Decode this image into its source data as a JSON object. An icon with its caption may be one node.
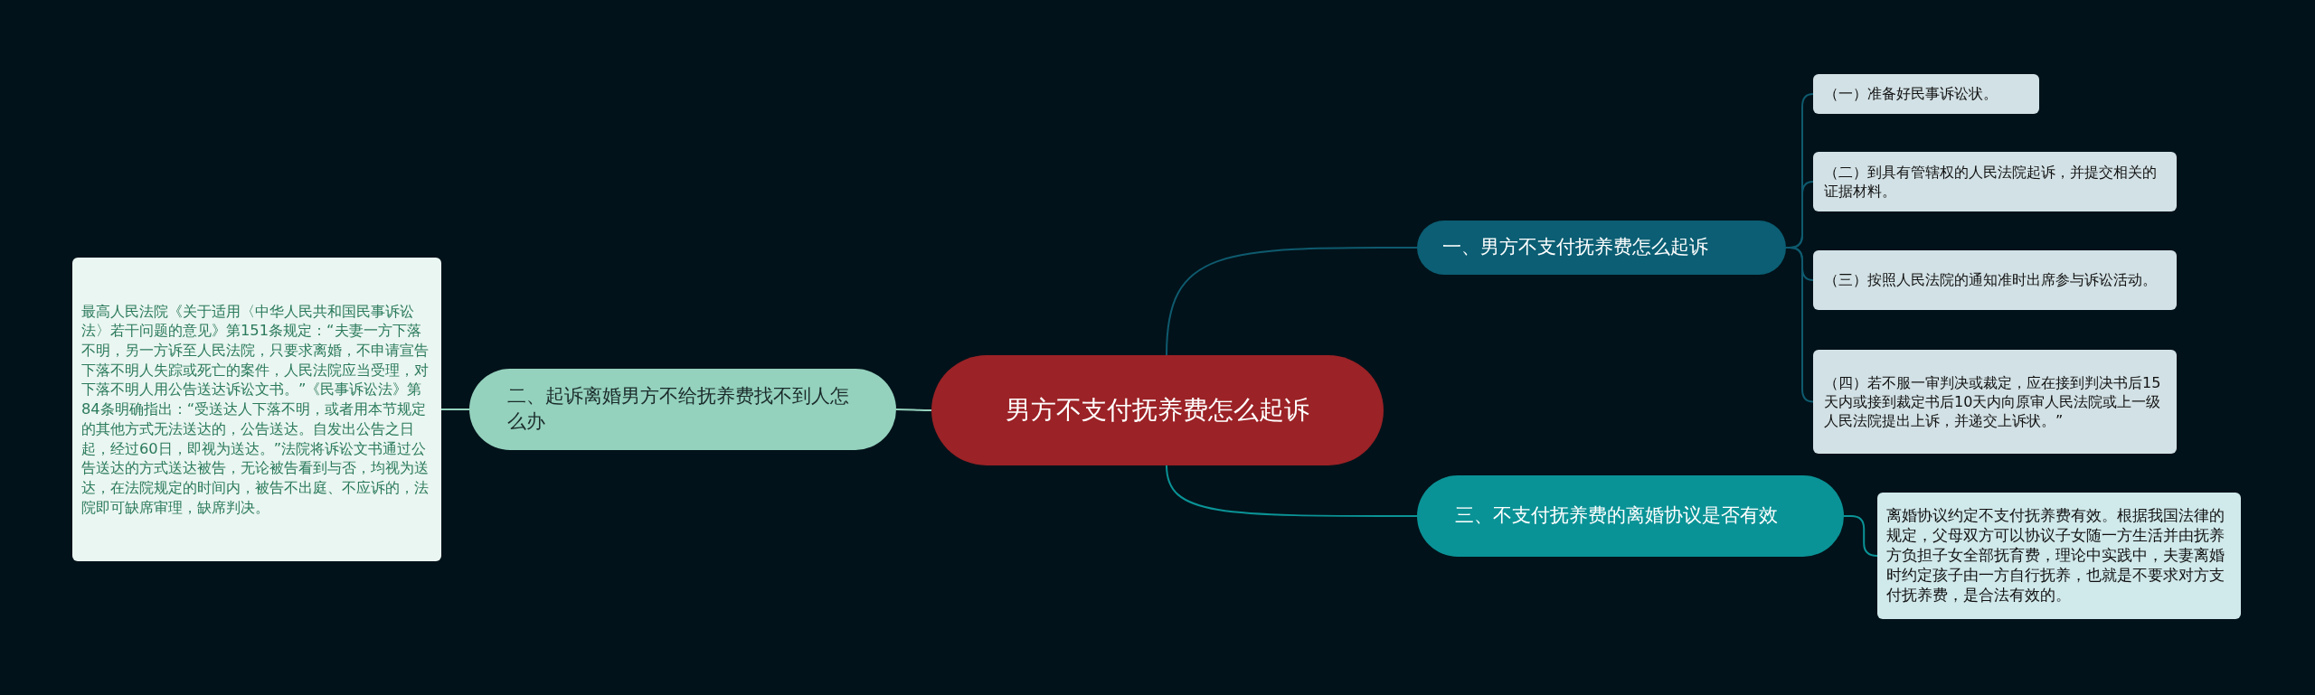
{
  "diagram": {
    "nodes": [
      {
        "text": [
          "男方不支付抚养费怎么起诉"
        ]
      },
      {
        "text": [
          "一、男方不支付抚养费怎么起诉"
        ]
      },
      {
        "text": [
          "（一）准备好民事诉讼状。"
        ]
      },
      {
        "text": [
          "（二）到具有管辖权的人民法院起诉，并提交相关的证据材料。"
        ]
      },
      {
        "text": [
          "（三）按照人民法院的通知准时出席参与诉讼活动。"
        ]
      },
      {
        "text": [
          "（四）若不服一审判决或裁定，应在接到判决书后15天内或接到裁定书后10天内向原审人民法院或上一级人民法院提出上诉，并递交上诉状。”"
        ]
      },
      {
        "text": [
          "二、起诉离婚男方不给抚养费找不到人怎么办"
        ]
      },
      {
        "text": [
          "最高人民法院《关于适用〈中华人民共和国民事诉讼法〉若干问题的意见》第151条规定：“夫妻一方下落不明，另一方诉至人民法院，只要求离婚，不申请宣告下落不明人失踪或死亡的案件，人民法院应当受理，对下落不明人用公告送达诉讼文书。”《民事诉讼法》第84条明确指出：“受送达人下落不明，或者用本节规定的其他方式无法送达的，公告送达。自发出公告之日起，经过60日，即视为送达。”法院将诉讼文书通过公告送达的方式送达被告，无论被告看到与否，均视为送达，在法院规定的时间内，被告不出庭、不应诉的，法院即可缺席审理，缺席判决。"
        ]
      },
      {
        "text": [
          "三、不支付抚养费的离婚协议是否有效"
        ]
      },
      {
        "text": [
          "离婚协议约定不支付抚养费有效。根据我国法律的规定，父母双方可以协议子女随一方生活并由抚养方负担子女全部抚育费，理论中实践中，夫妻离婚时约定孩子由一方自行抚养，也就是不要求对方支付抚养费，是合法有效的。"
        ]
      }
    ],
    "edges": [
      {
        "from": 0,
        "to": 1,
        "arrow": "none",
        "color": "#0e5a6e"
      },
      {
        "from": 1,
        "to": 2,
        "arrow": "none",
        "color": "#0e5a6e"
      },
      {
        "from": 1,
        "to": 3,
        "arrow": "none",
        "color": "#0e5a6e"
      },
      {
        "from": 1,
        "to": 4,
        "arrow": "none",
        "color": "#0e5a6e"
      },
      {
        "from": 1,
        "to": 5,
        "arrow": "none",
        "color": "#0e5a6e"
      },
      {
        "from": 0,
        "to": 6,
        "arrow": "none",
        "color": "#94d2bd"
      },
      {
        "from": 6,
        "to": 7,
        "arrow": "none",
        "color": "#94d2bd"
      },
      {
        "from": 0,
        "to": 8,
        "arrow": "none",
        "color": "#0a9396"
      },
      {
        "from": 8,
        "to": 9,
        "arrow": "none",
        "color": "#0a9396"
      }
    ]
  }
}
